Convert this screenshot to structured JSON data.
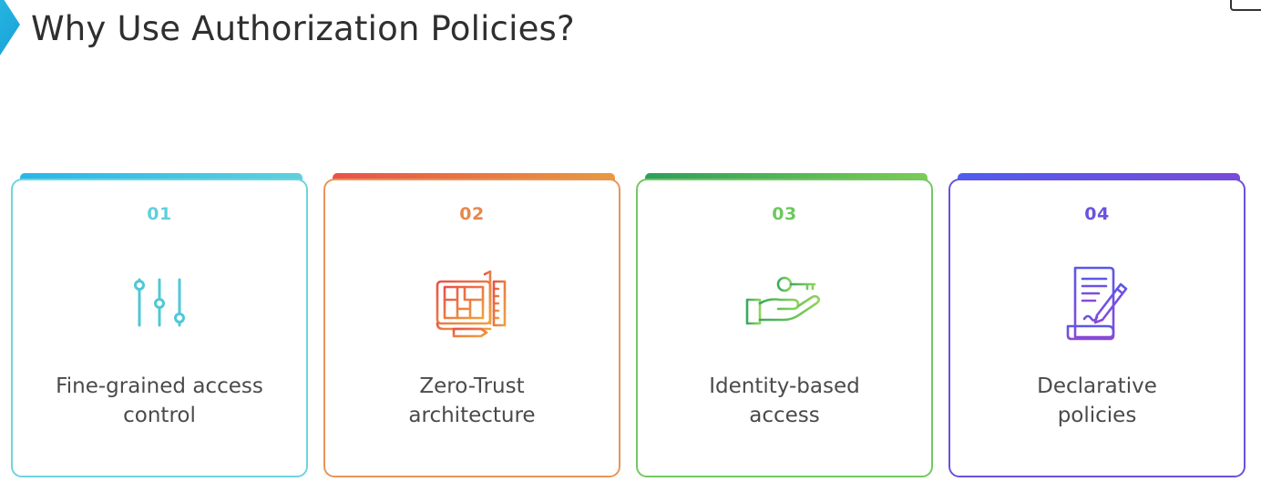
{
  "slide": {
    "title": "Why Use Authorization Policies?"
  },
  "cards": [
    {
      "number": "01",
      "label_line1": "Fine-grained access",
      "label_line2": "control",
      "icon": "sliders-icon",
      "color": "#5fd0dc",
      "bar_from": "#29b6e8",
      "bar_to": "#5fd0dc"
    },
    {
      "number": "02",
      "label_line1": "Zero-Trust",
      "label_line2": "architecture",
      "icon": "blueprint-icon",
      "color": "#e8874a",
      "bar_from": "#e8524a",
      "bar_to": "#e89a3e"
    },
    {
      "number": "03",
      "label_line1": "Identity-based",
      "label_line2": "access",
      "icon": "hand-key-icon",
      "color": "#6cc95e",
      "bar_from": "#2e9e5e",
      "bar_to": "#7ccc54"
    },
    {
      "number": "04",
      "label_line1": "Declarative",
      "label_line2": "policies",
      "icon": "document-pen-icon",
      "color": "#6a52e0",
      "bar_from": "#4c5ef0",
      "bar_to": "#7a4ad8"
    }
  ]
}
